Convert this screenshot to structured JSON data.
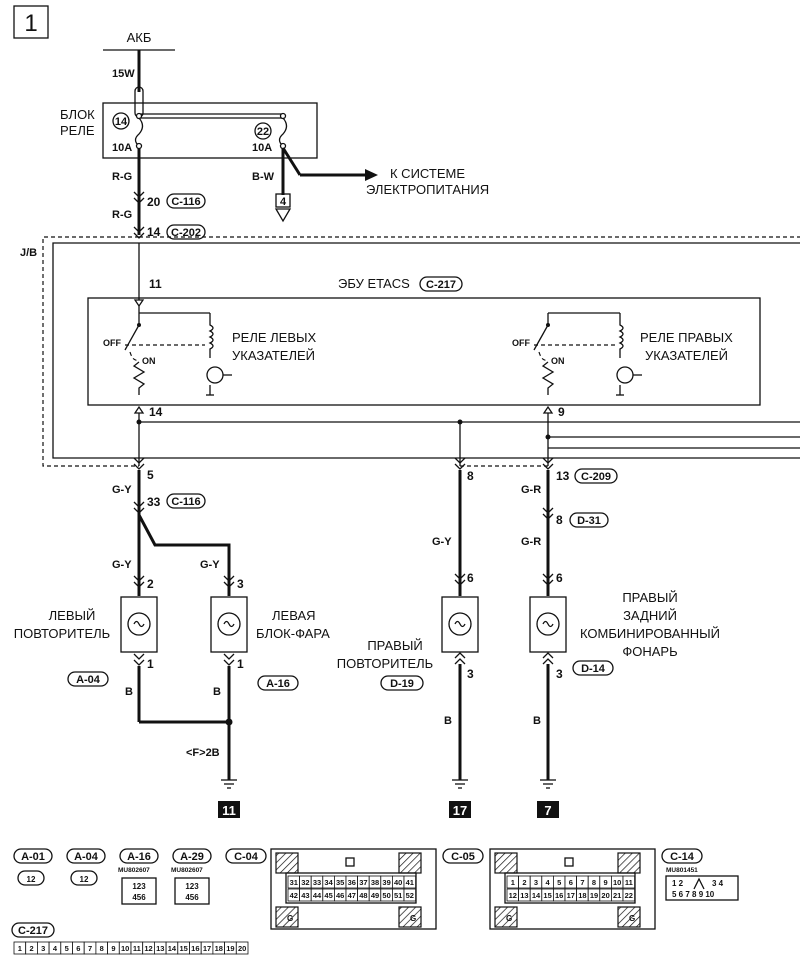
{
  "page_number": "1",
  "battery_label": "АКБ",
  "wire_15w": "15W",
  "relay_block": {
    "label_line1": "БЛОК",
    "label_line2": "РЕЛЕ",
    "fuse_left_num": "14",
    "fuse_left_rating": "10A",
    "fuse_right_num": "22",
    "fuse_right_rating": "10A"
  },
  "power_system": {
    "line1": "К СИСТЕМЕ",
    "line2": "ЭЛЕКТРОПИТАНИЯ"
  },
  "ground_ref_4": "4",
  "wire_rg": "R-G",
  "wire_bw": "B-W",
  "pin_20": "20",
  "conn_c116": "C-116",
  "pin_14_top": "14",
  "conn_c202": "C-202",
  "jb_label": "J/B",
  "pin_11": "11",
  "etacs": {
    "label": "ЭБУ ETACS",
    "connector": "C-217"
  },
  "left_relay": {
    "line1": "РЕЛЕ ЛЕВЫХ",
    "line2": "УКАЗАТЕЛЕЙ",
    "off": "OFF",
    "on": "ON"
  },
  "right_relay": {
    "line1": "РЕЛЕ ПРАВЫХ",
    "line2": "УКАЗАТЕЛЕЙ",
    "off": "OFF",
    "on": "ON"
  },
  "pin_14_mid": "14",
  "pin_9": "9",
  "pin_5": "5",
  "pin_8_a": "8",
  "pin_13": "13",
  "conn_c209": "C-209",
  "wire_gy": "G-Y",
  "wire_gr": "G-R",
  "pin_33": "33",
  "conn_c116_b": "C-116",
  "pin_8_b": "8",
  "conn_d31": "D-31",
  "pin_2": "2",
  "pin_3_a": "3",
  "pin_6_a": "6",
  "pin_6_b": "6",
  "left_repeater": {
    "line1": "ЛЕВЫЙ",
    "line2": "ПОВТОРИТЕЛЬ",
    "conn": "A-04"
  },
  "left_headlamp": {
    "line1": "ЛЕВАЯ",
    "line2": "БЛОК-ФАРА",
    "conn": "A-16"
  },
  "right_repeater": {
    "line1": "ПРАВЫЙ",
    "line2": "ПОВТОРИТЕЛЬ",
    "conn": "D-19"
  },
  "right_rear": {
    "line1": "ПРАВЫЙ",
    "line2": "ЗАДНИЙ",
    "line3": "КОМБИНИРОВАННЫЙ",
    "line4": "ФОНАРЬ",
    "conn": "D-14"
  },
  "pin_1_a": "1",
  "pin_1_b": "1",
  "pin_3_b": "3",
  "pin_3_c": "3",
  "wire_b": "B",
  "ground_f2b": "<F>2B",
  "ground_11": "11",
  "ground_17": "17",
  "ground_7": "7",
  "connectors": {
    "a01": "A-01",
    "a04": "A-04",
    "a16": "A-16",
    "a29": "A-29",
    "c04": "C-04",
    "c05": "C-05",
    "c14": "C-14",
    "c217": "C-217",
    "mu802607_a": "MU802607",
    "mu802607_b": "MU802607",
    "mu801451": "MU801451",
    "g": "G",
    "c04_row1": [
      "31",
      "32",
      "33",
      "34",
      "35",
      "36",
      "37",
      "38",
      "39",
      "40",
      "41"
    ],
    "c04_row2": [
      "42",
      "43",
      "44",
      "45",
      "46",
      "47",
      "48",
      "49",
      "50",
      "51",
      "52"
    ],
    "c05_row1": [
      "1",
      "2",
      "3",
      "4",
      "5",
      "6",
      "7",
      "8",
      "9",
      "10",
      "11"
    ],
    "c05_row2": [
      "12",
      "13",
      "14",
      "15",
      "16",
      "17",
      "18",
      "19",
      "20",
      "21",
      "22"
    ],
    "c217_pins": [
      "1",
      "2",
      "3",
      "4",
      "5",
      "6",
      "7",
      "8",
      "9",
      "10",
      "11",
      "12",
      "13",
      "14",
      "15",
      "16",
      "17",
      "18",
      "19",
      "20"
    ]
  }
}
